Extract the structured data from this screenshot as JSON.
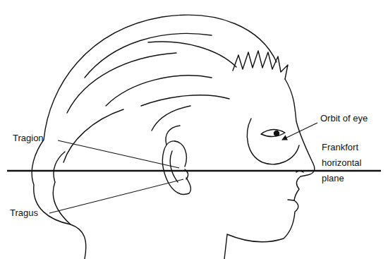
{
  "diagram": {
    "labels": [
      "Tragion",
      "Tragus",
      "Orbit of eye",
      "Frankfort horizontal plane"
    ]
  }
}
